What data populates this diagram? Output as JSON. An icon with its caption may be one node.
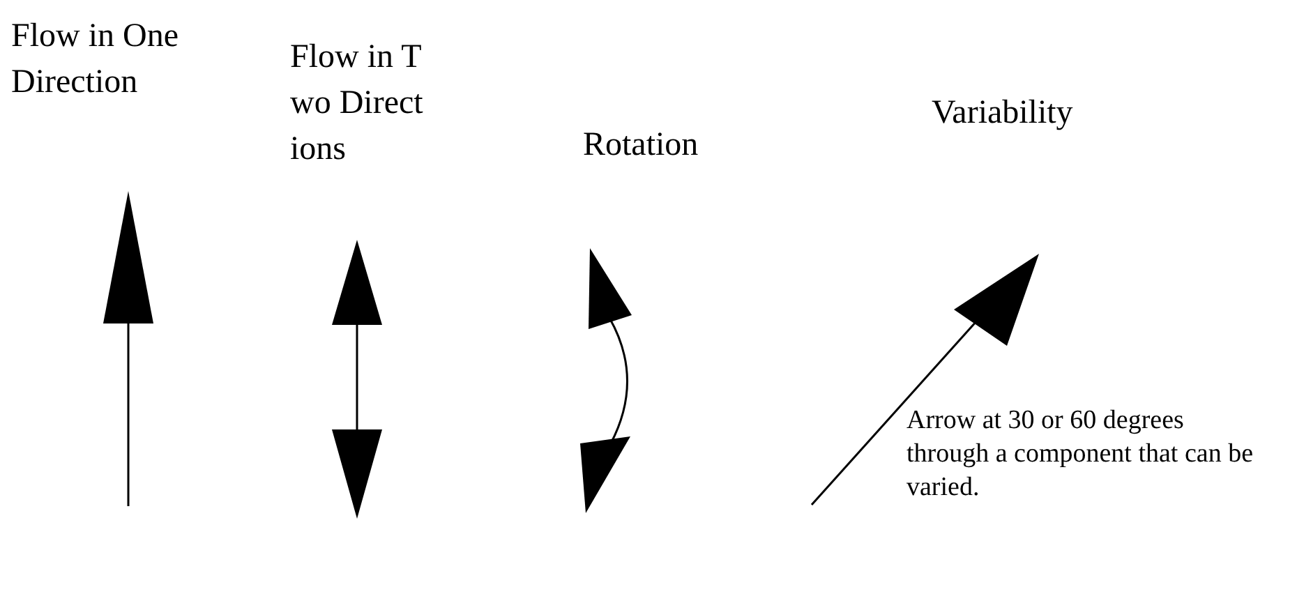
{
  "diagram": {
    "labels": [
      "Flow in One Direction",
      "Flow in Two Directions",
      "Rotation",
      "Variability",
      "Arrow at 30 or 60 degrees through a component that can be varied."
    ]
  }
}
